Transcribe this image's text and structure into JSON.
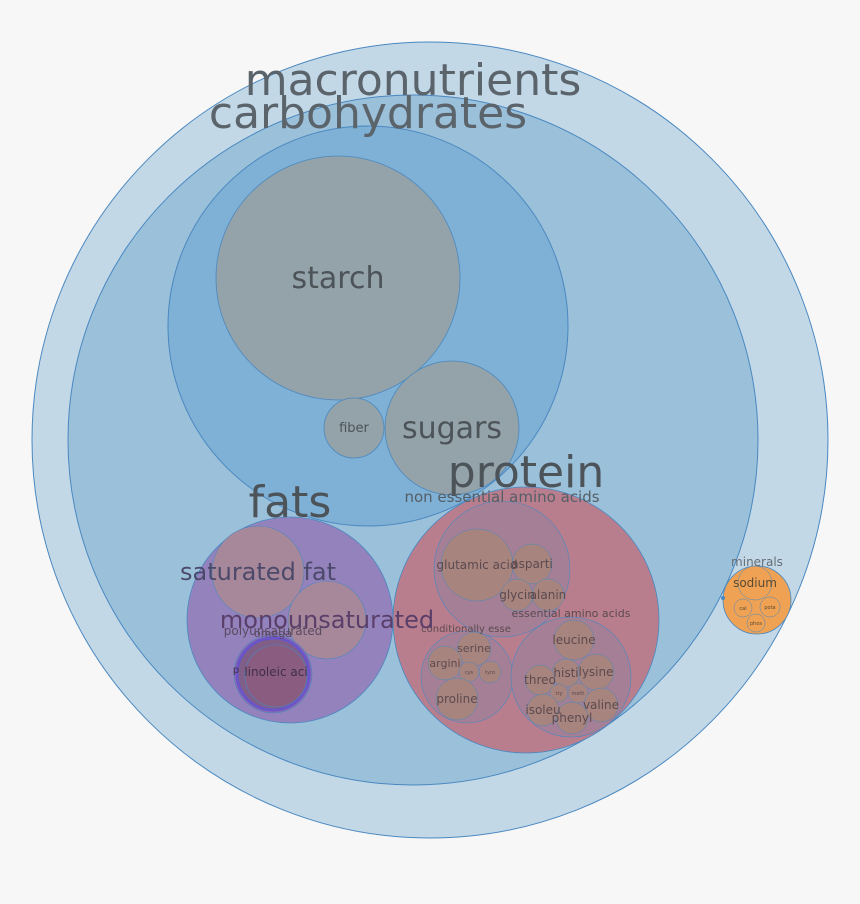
{
  "diagram": {
    "nodes": {
      "macronutrients": "macronutrients",
      "carbohydrates": "carbohydrates",
      "starch": "starch",
      "fiber": "fiber",
      "sugars": "sugars",
      "protein": "protein",
      "non_essential_amino_acids": "non essential amino acids",
      "glutamic_acid": "glutamic acid",
      "aspartic": "asparti",
      "glycine": "glycin",
      "alanine": "alanin",
      "essential_amino_acids": "essential amino acids",
      "conditionally_essential": "conditionally esse",
      "serine": "serine",
      "arginine": "argini",
      "proline": "proline",
      "cys": "cys",
      "tyro": "tyro",
      "leucine": "leucine",
      "histidine": "histi",
      "lysine": "lysine",
      "threonine": "threo",
      "try": "try",
      "meth": "meth",
      "isoleucine": "isoleu",
      "valine": "valine",
      "phenyl": "phenyl",
      "fats": "fats",
      "saturated_fat": "saturated fat",
      "monounsaturated": "monounsaturated",
      "polyunsaturated": "polyunsaturated",
      "omega": "omega",
      "linoleic_acid": "linoleic aci",
      "p": "p",
      "minerals": "minerals",
      "sodium": "sodium",
      "calcium": "cal",
      "potassium": "pota",
      "phosphorus": "phos"
    },
    "colors": {
      "background": "#f7f7f7",
      "macro_fill": "#c2d8e7",
      "carb_fill": "#9bc0da",
      "carb_inner_fill": "#7fb0d5",
      "leaf_fill": "#93a3a9",
      "protein_fill": "#b97e8e",
      "amino_group_fill": "#a57f95",
      "amino_leaf_fill": "#a8847e",
      "fats_fill": "#9482bd",
      "fat_leaf_fill": "#a7879a",
      "omega_fill": "#7f5f88",
      "minerals_fill": "#efa254",
      "stroke": "#4a88c0",
      "label": "#555e66"
    }
  }
}
